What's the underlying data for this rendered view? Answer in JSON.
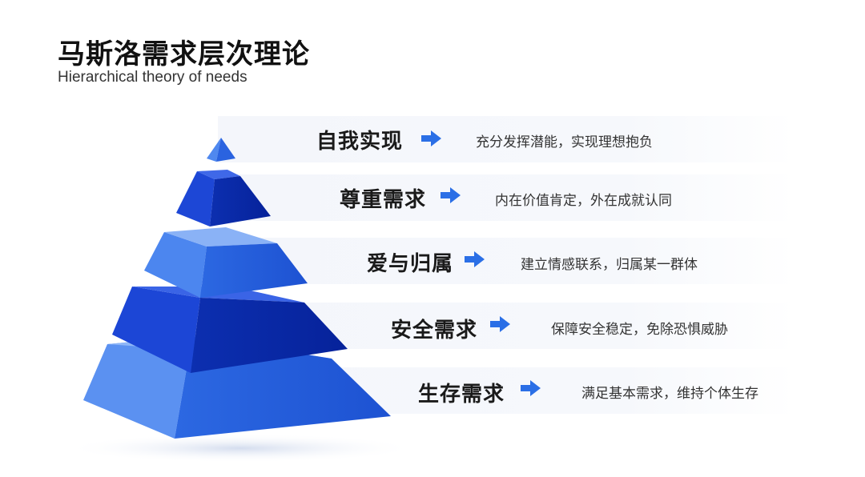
{
  "title": "马斯洛需求层次理论",
  "subtitle": "Hierarchical theory of needs",
  "levels": [
    {
      "name": "自我实现",
      "desc": "充分发挥潜能，实现理想抱负"
    },
    {
      "name": "尊重需求",
      "desc": "内在价值肯定，外在成就认同"
    },
    {
      "name": "爱与归属",
      "desc": "建立情感联系，归属某一群体"
    },
    {
      "name": "安全需求",
      "desc": "保障安全稳定，免除恐惧威胁"
    },
    {
      "name": "生存需求",
      "desc": "满足基本需求，维持个体生存"
    }
  ],
  "colors": {
    "accent": "#2b6fe6",
    "pyramid_light": "#4a86ef",
    "pyramid_dark": "#0a2fb8"
  }
}
